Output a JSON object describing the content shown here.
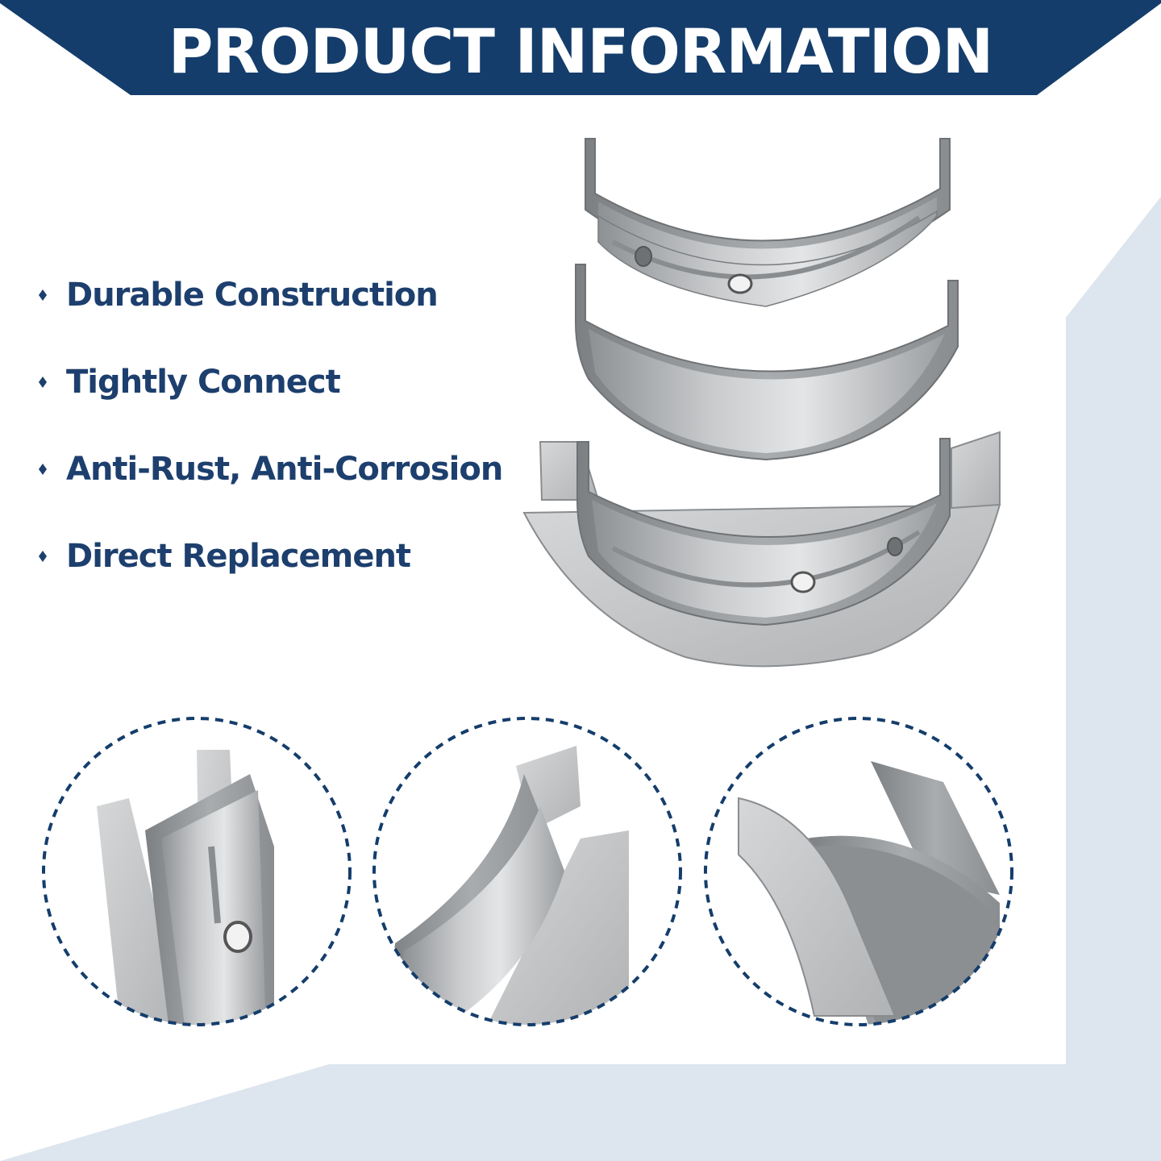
{
  "banner": {
    "title": "PRODUCT INFORMATION"
  },
  "features": [
    {
      "label": "Durable Construction"
    },
    {
      "label": "Tightly Connect"
    },
    {
      "label": "Anti-Rust, Anti-Corrosion"
    },
    {
      "label": "Direct Replacement"
    }
  ],
  "colors": {
    "navy": "#143d6b",
    "text": "#1d3f6e",
    "backdrop": "#dde5ee",
    "steel": "#b9bbbd"
  },
  "details": [
    {
      "icon": "bearing-detail-hole-icon"
    },
    {
      "icon": "bearing-detail-flange-icon"
    },
    {
      "icon": "bearing-detail-inner-icon"
    }
  ]
}
